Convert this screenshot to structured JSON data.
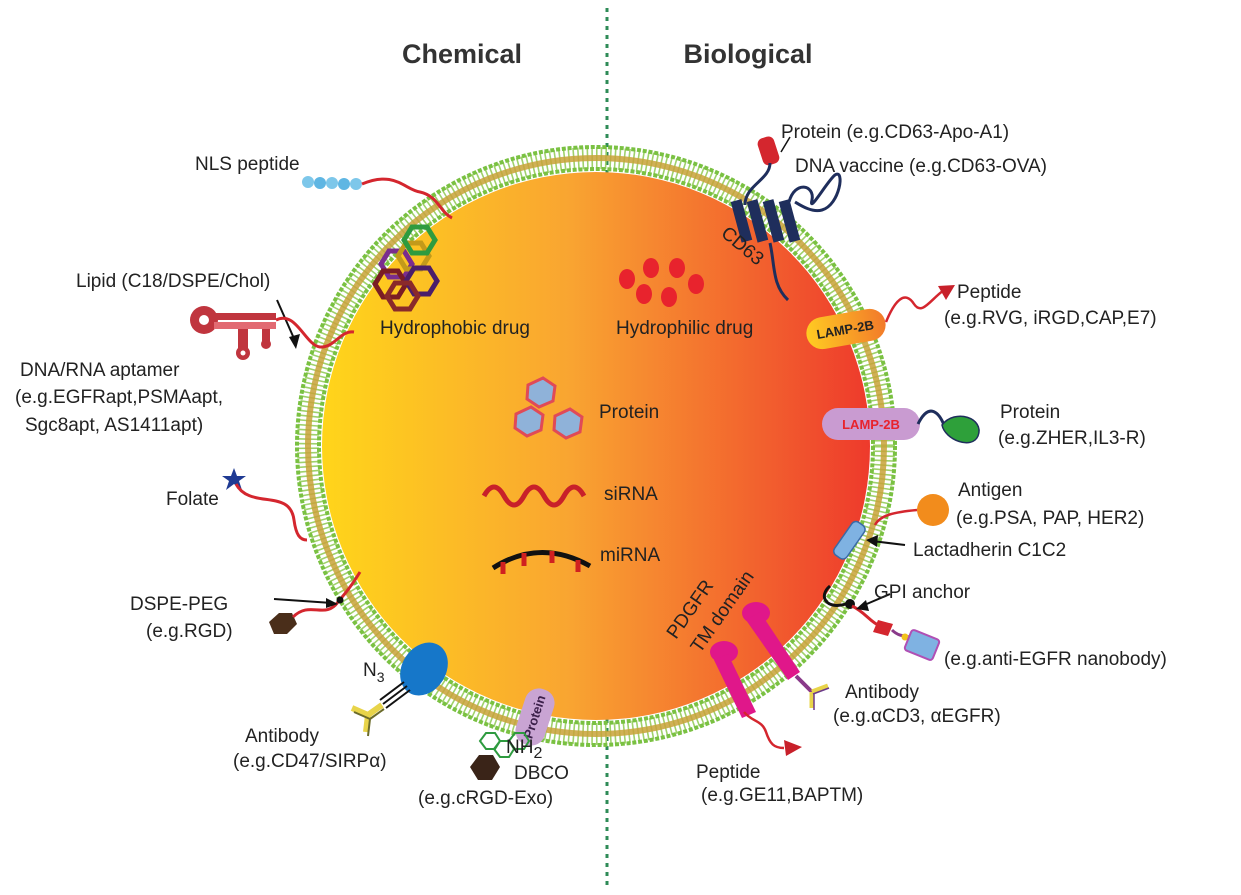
{
  "headings": {
    "chemical": "Chemical",
    "biological": "Biological"
  },
  "colors": {
    "membrane_green": "#7ac142",
    "membrane_inner": "#c8a238",
    "core_left": "#ffd21c",
    "core_right": "#ee3a2c",
    "divider": "#2e8b57",
    "red_linker": "#d4262e",
    "navy": "#1f2e5c",
    "magenta": "#e0178a"
  },
  "cargo": {
    "hydrophobic": "Hydrophobic drug",
    "hydrophilic": "Hydrophilic drug",
    "protein": "Protein",
    "sirna": "siRNA",
    "mirna": "miRNA"
  },
  "chemical": {
    "nls": "NLS peptide",
    "lipid": "Lipid (C18/DSPE/Chol)",
    "aptamer_l1": "DNA/RNA aptamer",
    "aptamer_l2": "(e.g.EGFRapt,PSMAapt,",
    "aptamer_l3": "Sgc8apt, AS1411apt)",
    "folate": "Folate",
    "dspe_l1": "DSPE-PEG",
    "dspe_l2": "(e.g.RGD)",
    "n3": "N",
    "n3_sub": "3",
    "antibody_l1": "Antibody",
    "antibody_l2": "(e.g.CD47/SIRPα)",
    "protein_tag": "Protein",
    "nh": "NH",
    "nh_sub": "2",
    "dbco": "DBCO",
    "dbco_ex": "(e.g.cRGD-Exo)"
  },
  "biological": {
    "protein_apo": "Protein (e.g.CD63-Apo-A1)",
    "dna_vaccine": "DNA vaccine (e.g.CD63-OVA)",
    "cd63": "CD63",
    "peptide_l1": "Peptide",
    "peptide_l2": "(e.g.RVG, iRGD,CAP,E7)",
    "lamp_a": "LAMP-2B",
    "lamp_b": "LAMP-2B",
    "protein_zher_l1": "Protein",
    "protein_zher_l2": "(e.g.ZHER,IL3-R)",
    "antigen_l1": "Antigen",
    "antigen_l2": "(e.g.PSA, PAP, HER2)",
    "lactadherin": "Lactadherin C1C2",
    "gpi": "GPI anchor",
    "nanobody": "(e.g.anti-EGFR nanobody)",
    "pdgfr_l1": "PDGFR",
    "pdgfr_l2": "TM domain",
    "antibody_l1": "Antibody",
    "antibody_l2": "(e.g.αCD3, αEGFR)",
    "peptide2_l1": "Peptide",
    "peptide2_l2": "(e.g.GE11,BAPTM)"
  }
}
